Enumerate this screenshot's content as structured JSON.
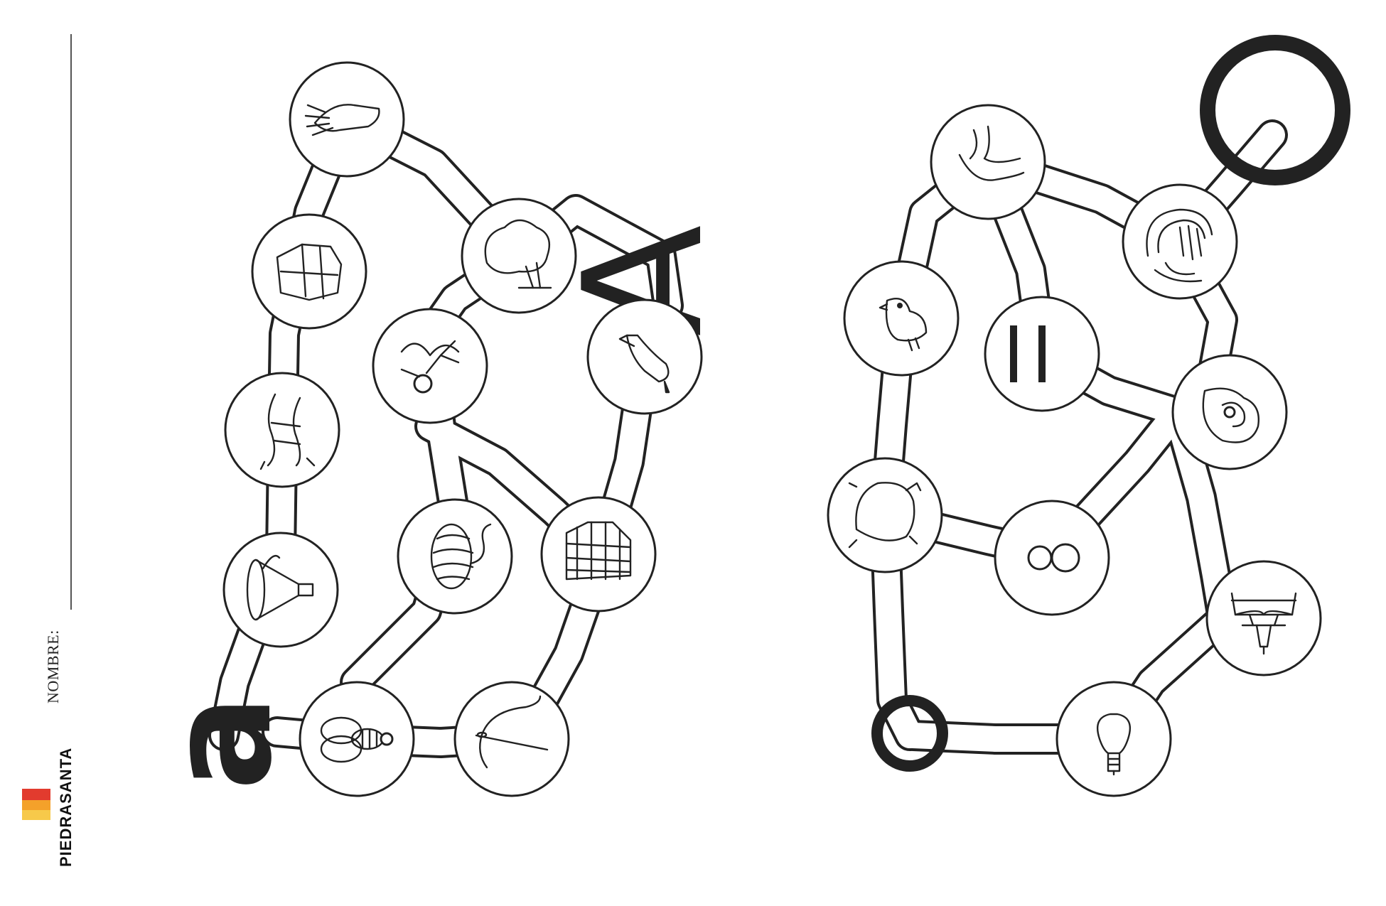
{
  "sidebar": {
    "name_label": "NOMBRE:",
    "brand": "PIEDRASANTA",
    "logo_colors": [
      "#e23b2e",
      "#f4a12a",
      "#f7c94a"
    ]
  },
  "maze_a": {
    "uppercase": "A",
    "lowercase": "a",
    "pictures": [
      "hand",
      "tree",
      "jacket",
      "shoe",
      "angel",
      "horse",
      "yarn",
      "plaid-coat",
      "funnel",
      "bee",
      "needle"
    ]
  },
  "maze_o": {
    "uppercase": "O",
    "lowercase": "o",
    "pictures": [
      "elbow",
      "wave",
      "chick",
      "equals-sign",
      "ear",
      "bear",
      "eight",
      "eiffel-tower",
      "light-bulb"
    ]
  }
}
